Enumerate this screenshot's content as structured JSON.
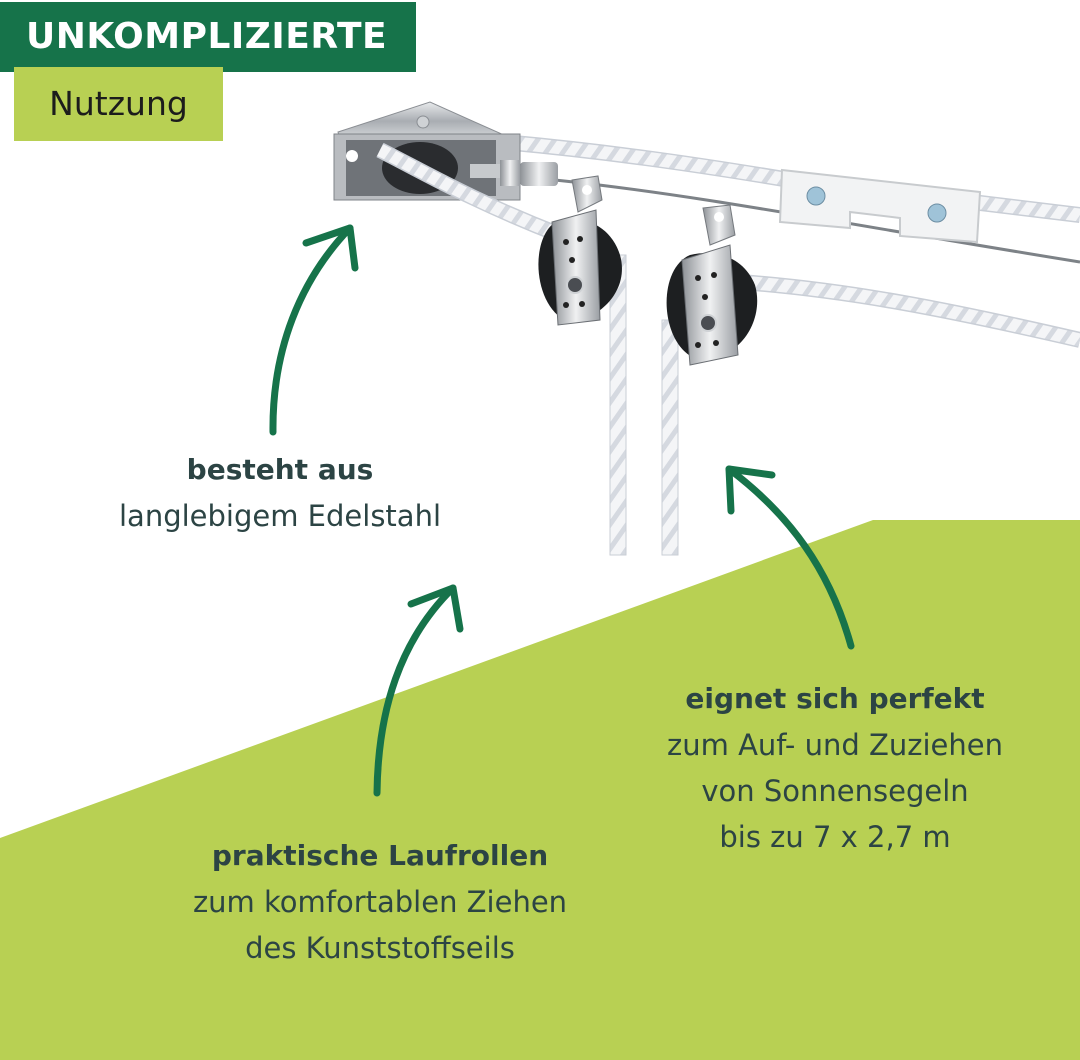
{
  "header": {
    "title": "UNKOMPLIZIERTE",
    "subtitle": "Nutzung"
  },
  "colors": {
    "dark_green": "#16734a",
    "lime_green": "#b8d053",
    "arrow_green": "#16734a",
    "text_dark": "#2c4444",
    "background": "#ffffff"
  },
  "callouts": [
    {
      "heading": "besteht aus",
      "lines": [
        "langlebigem Edelstahl"
      ]
    },
    {
      "heading": "praktische Laufrollen",
      "lines": [
        "zum komfortablen Ziehen",
        "des Kunststoffseils"
      ]
    },
    {
      "heading": "eignet sich perfekt",
      "lines": [
        "zum Auf- und Zuziehen",
        "von Sonnensegeln",
        "bis zu 7 x 2,7 m"
      ]
    }
  ]
}
